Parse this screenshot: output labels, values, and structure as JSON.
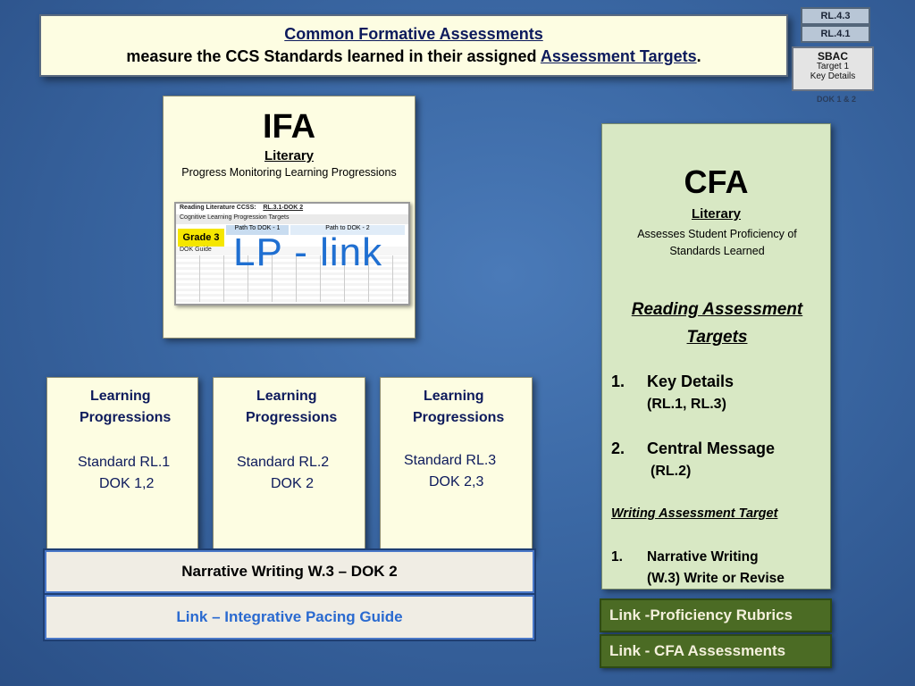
{
  "header": {
    "title": "Common Formative Assessments",
    "subtitle_prefix": "measure the CCS Standards learned in their assigned ",
    "subtitle_link": "Assessment Targets",
    "subtitle_suffix": "."
  },
  "sbac": {
    "tag_top": "RL.4.3",
    "tag_mid": "RL.4.1",
    "title": "SBAC",
    "line1": "Target 1",
    "line2": "Key Details",
    "footer": "DOK 1 & 2"
  },
  "ifa": {
    "title": "IFA",
    "subtitle": "Literary",
    "description": "Progress Monitoring Learning Progressions",
    "thumb_header": "Reading Literature CCSS:",
    "thumb_code": "RL.3.1-DOK 2",
    "thumb_sub": "Cognitive Learning Progression Targets",
    "thumb_grade": "Grade 3",
    "thumb_path1": "Path To DOK - 1",
    "thumb_path2": "Path to DOK - 2",
    "thumb_guide": "DOK Guide",
    "lp_link": "LP - link"
  },
  "learning_progressions": [
    {
      "line1": "Learning",
      "line2": "Progressions",
      "standard": "Standard RL.1",
      "dok": "DOK 1,2"
    },
    {
      "line1": "Learning",
      "line2": "Progressions",
      "standard": "Standard RL.2",
      "dok": "DOK 2"
    },
    {
      "line1": "Learning",
      "line2": "Progressions",
      "standard": "Standard RL.3",
      "dok": "DOK 2,3"
    }
  ],
  "writing_bar": "Narrative Writing  W.3 – DOK 2",
  "pacing_link": "Link – Integrative Pacing Guide",
  "cfa": {
    "title": "CFA",
    "subtitle": "Literary",
    "description": "Assesses Student Proficiency of Standards Learned",
    "reading_targets_heading": "Reading Assessment Targets",
    "items": [
      {
        "num": "1.",
        "label": "Key Details",
        "detail": "(RL.1, RL.3)"
      },
      {
        "num": "2.",
        "label": "Central Message",
        "detail": "(RL.2)"
      }
    ],
    "writing_target_heading": "Writing Assessment Target",
    "writing_items": [
      {
        "num": "1.",
        "label": "Narrative Writing",
        "detail": "(W.3) Write or Revise"
      }
    ]
  },
  "links": {
    "rubrics": "Link -Proficiency Rubrics",
    "cfa_assessments": "Link - CFA  Assessments"
  }
}
